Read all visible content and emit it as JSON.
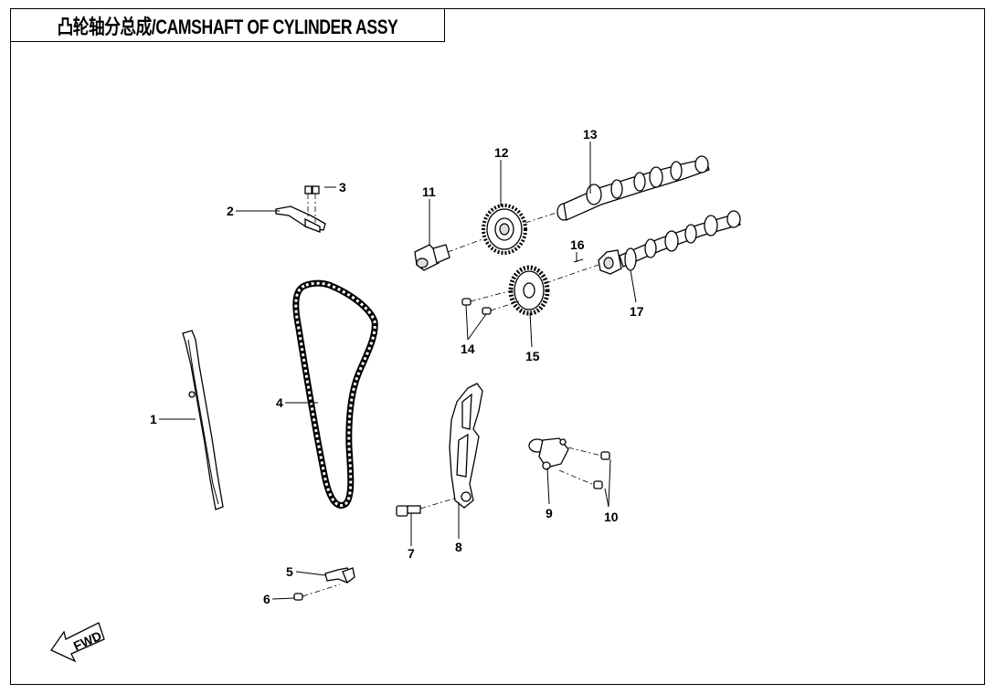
{
  "title": "凸轮轴分总成/CAMSHAFT OF CYLINDER ASSY",
  "fwd_label": "FWD",
  "labels": [
    "1",
    "2",
    "3",
    "4",
    "5",
    "6",
    "7",
    "8",
    "9",
    "10",
    "11",
    "12",
    "13",
    "14",
    "15",
    "16",
    "17"
  ]
}
